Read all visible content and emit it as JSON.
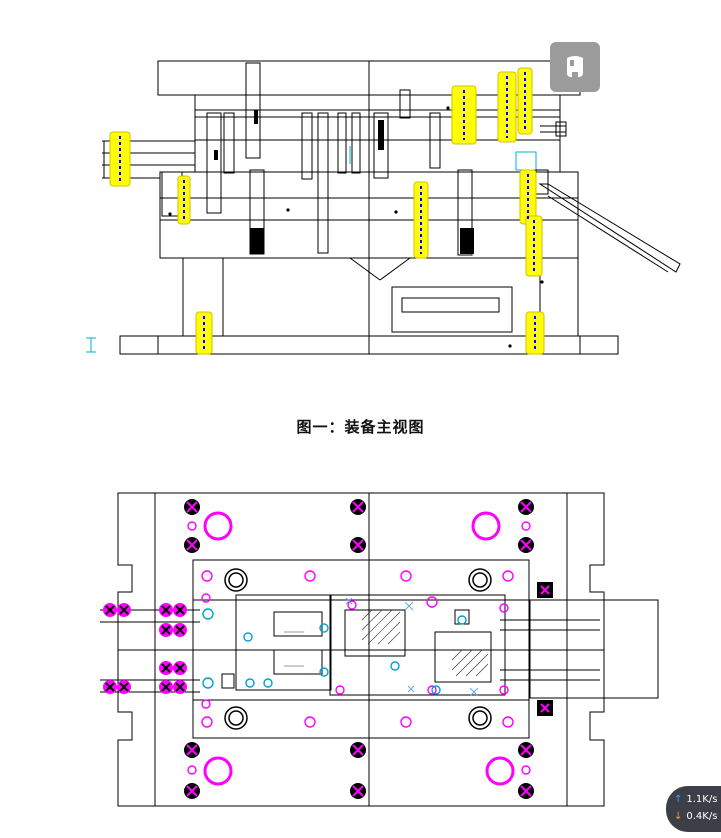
{
  "caption": "图一：装备主视图",
  "float_button": {
    "icon": "tooth-icon"
  },
  "speed_widget": {
    "upload": "1.1K/s",
    "download": "0.4K/s"
  },
  "colors": {
    "line": "#000000",
    "highlight": "#ffff00",
    "blue_marker": "#0000ff",
    "magenta": "#ff00ff",
    "cyan": "#00b0d0"
  }
}
